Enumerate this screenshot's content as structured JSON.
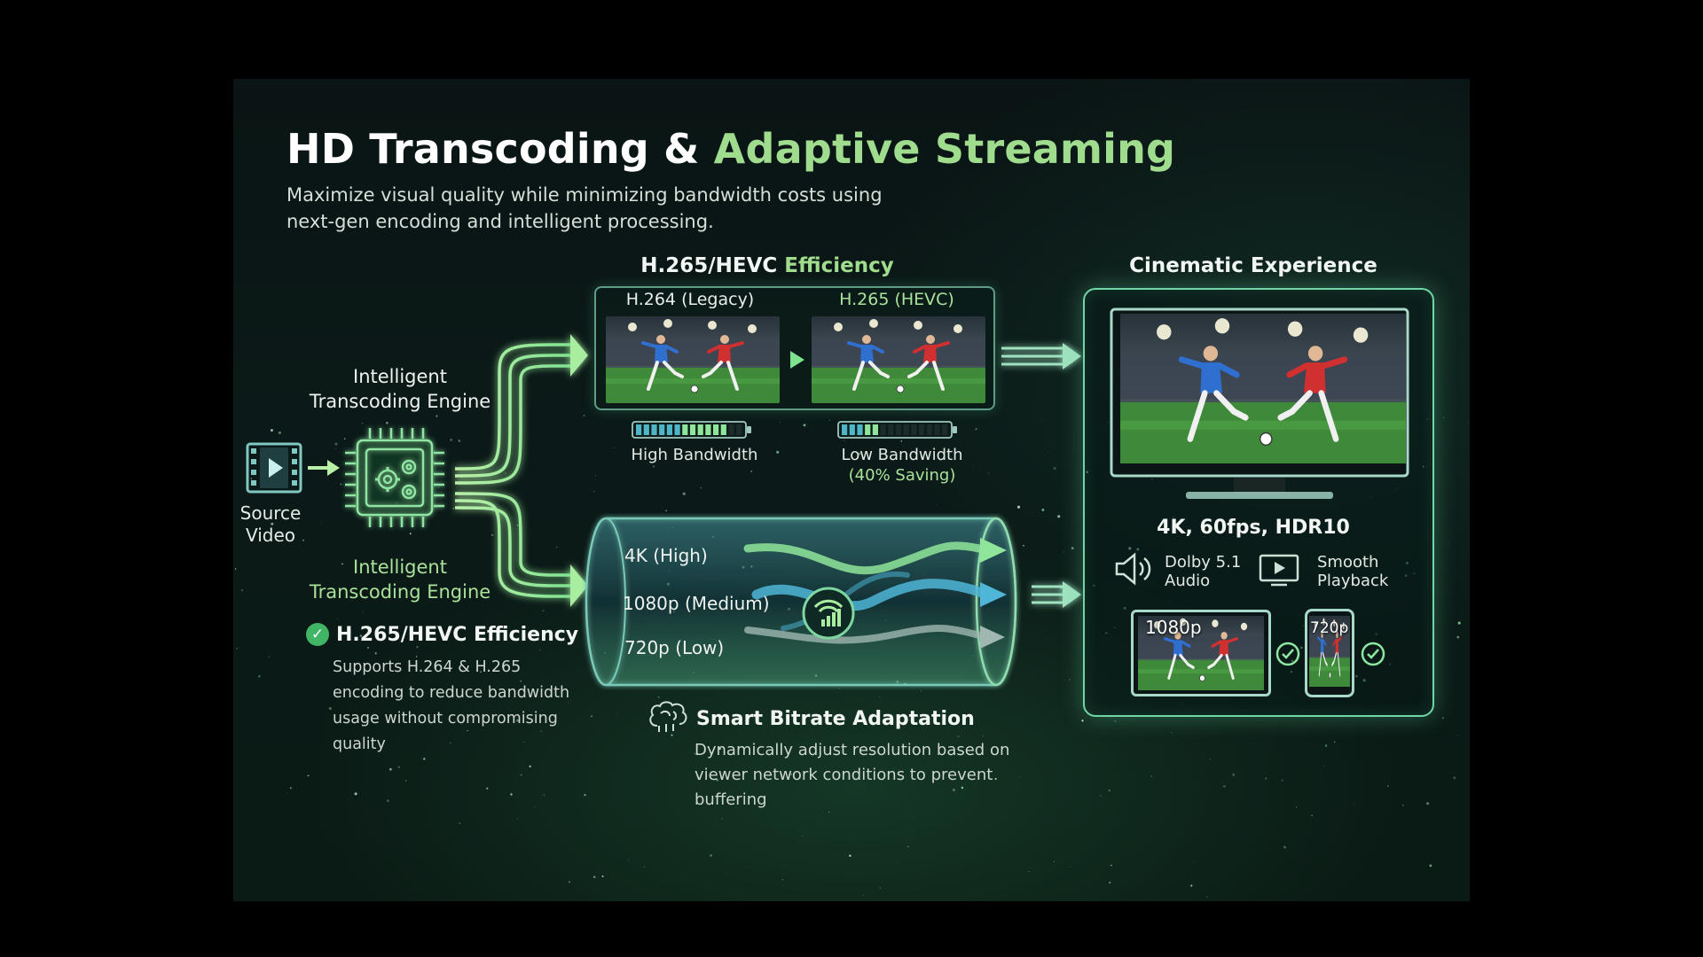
{
  "title": {
    "part1": "HD Transcoding &",
    "part2": "Adaptive Streaming"
  },
  "subtitle": "Maximize visual quality while minimizing bandwidth costs using next-gen encoding and intelligent processing.",
  "source": {
    "label_line1": "Source",
    "label_line2": "Video",
    "icon": "film-play-icon"
  },
  "engine": {
    "top_label_line1": "Intelligent",
    "top_label_line2": "Transcoding Engine",
    "bottom_label_line1": "Intelligent",
    "bottom_label_line2": "Transcoding Engine",
    "icon": "chip-gears-icon"
  },
  "feature_left": {
    "title": "H.265/HEVC Efficiency",
    "description": "Supports H.264 & H.265 encoding to reduce bandwidth usage without compromising quality",
    "icon": "check-circle-icon"
  },
  "hevc": {
    "title_part1": "H.265/HEVC",
    "title_part2": "Efficiency",
    "left": {
      "codec": "H.264 (Legacy)",
      "bandwidth": "High Bandwidth",
      "battery_level": 0.85
    },
    "right": {
      "codec": "H.265 (HEVC)",
      "bandwidth": "Low Bandwidth",
      "saving": "(40% Saving)",
      "battery_level": 0.35
    }
  },
  "adaptive": {
    "tiers": [
      "4K (High)",
      "1080p (Medium)",
      "720p (Low)"
    ],
    "icon": "signal-wifi-icon"
  },
  "smart_bitrate": {
    "title": "Smart Bitrate Adaptation",
    "description": "Dynamically adjust resolution based on viewer network conditions to prevent buffering",
    "icon": "brain-icon"
  },
  "cinematic": {
    "title": "Cinematic Experience",
    "specs": "4K, 60fps, HDR10",
    "audio_line1": "Dolby 5.1",
    "audio_line2": "Audio",
    "playback_line1": "Smooth",
    "playback_line2": "Playback",
    "tablet_res": "1080p",
    "phone_res": "720p"
  },
  "colors": {
    "accent_green": "#9fdc8e",
    "glow_teal": "#6fd6a6",
    "check_green": "#3fb565",
    "tube_blue": "#4fb6d8"
  }
}
